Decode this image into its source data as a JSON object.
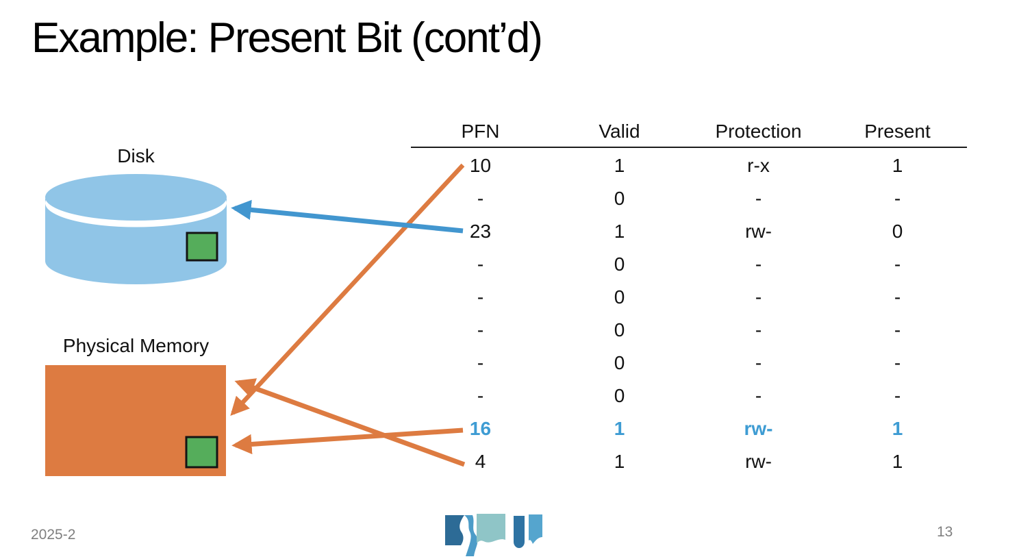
{
  "slide": {
    "title": "Example: Present Bit (cont’d)",
    "footer": {
      "term": "2025-2",
      "page_number": "13",
      "logo": "university-logo"
    }
  },
  "diagram": {
    "disk_label": "Disk",
    "memory_label": "Physical Memory",
    "colors": {
      "disk_fill": "#90C5E7",
      "memory_fill": "#DD7B41",
      "page_green": "#55AD5B",
      "arrow_orange": "#DD7B41",
      "arrow_blue": "#4296CF",
      "highlight_text": "#3E9CD3",
      "footer_gray": "#7F7F7F"
    },
    "arrows": [
      {
        "from": "pte-pfn-10",
        "to": "physical-memory-right-edge",
        "color": "orange"
      },
      {
        "from": "pte-pfn-23",
        "to": "disk",
        "color": "blue"
      },
      {
        "from": "pte-pfn-16",
        "to": "physical-memory-page-square",
        "color": "orange"
      },
      {
        "from": "pte-pfn-4",
        "to": "physical-memory-top-corner",
        "color": "orange"
      }
    ]
  },
  "table": {
    "headers": [
      "PFN",
      "Valid",
      "Protection",
      "Present"
    ],
    "rows": [
      {
        "pfn": "10",
        "valid": "1",
        "protection": "r-x",
        "present": "1",
        "highlight": false
      },
      {
        "pfn": "-",
        "valid": "0",
        "protection": "-",
        "present": "-",
        "highlight": false
      },
      {
        "pfn": "23",
        "valid": "1",
        "protection": "rw-",
        "present": "0",
        "highlight": false
      },
      {
        "pfn": "-",
        "valid": "0",
        "protection": "-",
        "present": "-",
        "highlight": false
      },
      {
        "pfn": "-",
        "valid": "0",
        "protection": "-",
        "present": "-",
        "highlight": false
      },
      {
        "pfn": "-",
        "valid": "0",
        "protection": "-",
        "present": "-",
        "highlight": false
      },
      {
        "pfn": "-",
        "valid": "0",
        "protection": "-",
        "present": "-",
        "highlight": false
      },
      {
        "pfn": "-",
        "valid": "0",
        "protection": "-",
        "present": "-",
        "highlight": false
      },
      {
        "pfn": "16",
        "valid": "1",
        "protection": "rw-",
        "present": "1",
        "highlight": true
      },
      {
        "pfn": "4",
        "valid": "1",
        "protection": "rw-",
        "present": "1",
        "highlight": false
      }
    ]
  }
}
